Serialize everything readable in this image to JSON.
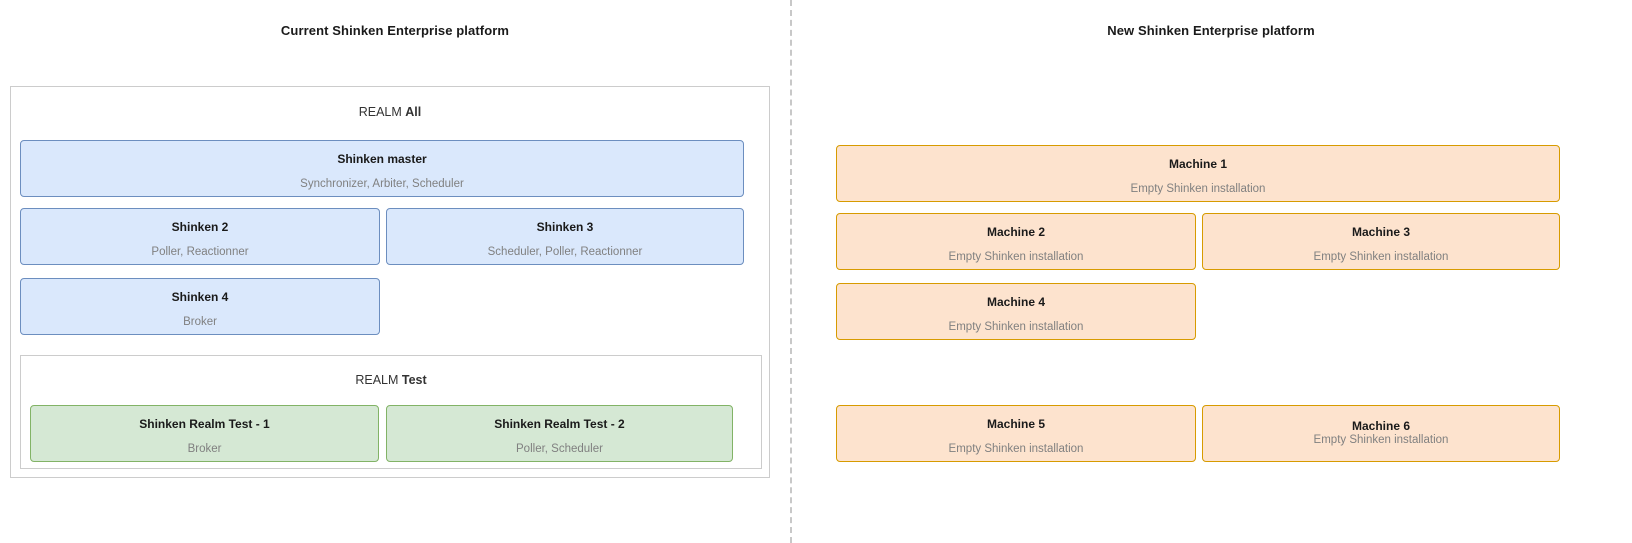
{
  "left": {
    "title": "Current Shinken Enterprise platform",
    "realm_all": {
      "label_prefix": "REALM",
      "label_name": "All"
    },
    "realm_test": {
      "label_prefix": "REALM",
      "label_name": "Test"
    },
    "nodes": [
      {
        "title": "Shinken master",
        "subtitle": "Synchronizer, Arbiter, Scheduler"
      },
      {
        "title": "Shinken 2",
        "subtitle": "Poller, Reactionner"
      },
      {
        "title": "Shinken 3",
        "subtitle": "Scheduler, Poller, Reactionner"
      },
      {
        "title": "Shinken 4",
        "subtitle": "Broker"
      }
    ],
    "test_nodes": [
      {
        "title": "Shinken Realm Test - 1",
        "subtitle": "Broker"
      },
      {
        "title": "Shinken Realm Test - 2",
        "subtitle": "Poller, Scheduler"
      }
    ]
  },
  "right": {
    "title": "New Shinken Enterprise platform",
    "machines": [
      {
        "title": "Machine 1",
        "subtitle": "Empty Shinken installation"
      },
      {
        "title": "Machine 2",
        "subtitle": "Empty Shinken installation"
      },
      {
        "title": "Machine 3",
        "subtitle": "Empty Shinken installation"
      },
      {
        "title": "Machine 4",
        "subtitle": "Empty Shinken installation"
      },
      {
        "title": "Machine 5",
        "subtitle": "Empty Shinken installation"
      },
      {
        "title": "Machine 6",
        "subtitle": "Empty Shinken installation"
      }
    ]
  },
  "colors": {
    "blue_fill": "#dae8fc",
    "blue_stroke": "#6c8ebf",
    "green_fill": "#d5e8d4",
    "green_stroke": "#82b366",
    "orange_fill": "#fde3ce",
    "orange_stroke": "#d79b00",
    "container_stroke": "#cccccc",
    "divider": "#c8c8c8"
  }
}
